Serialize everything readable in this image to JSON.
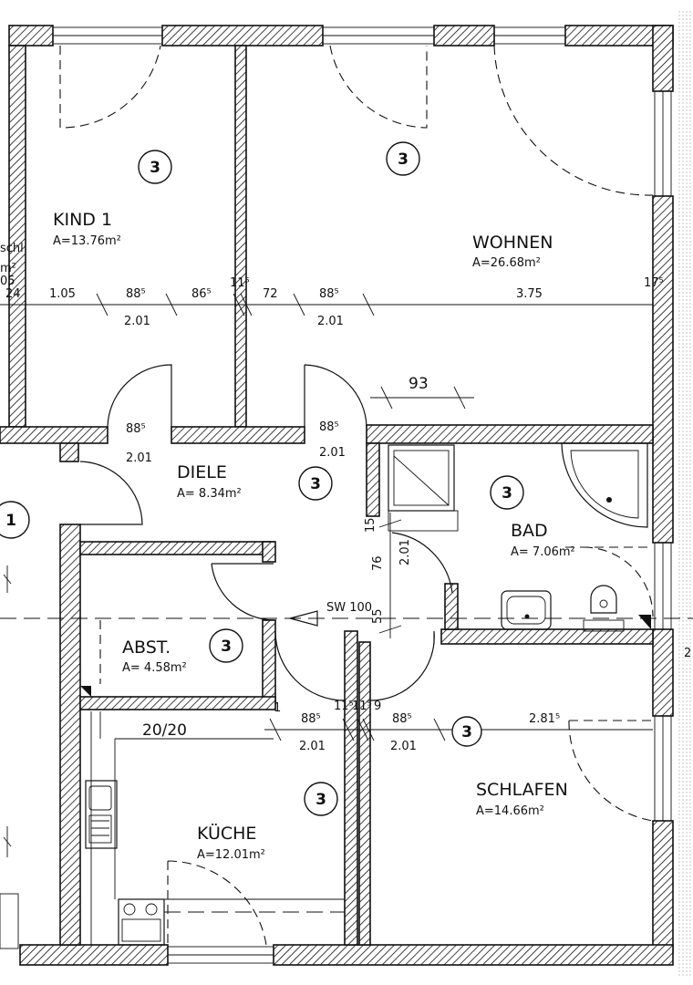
{
  "rooms": {
    "kind1": {
      "name": "KIND 1",
      "area": "A=13.76m²"
    },
    "wohnen": {
      "name": "WOHNEN",
      "area": "A=26.68m²"
    },
    "diele": {
      "name": "DIELE",
      "area": "A=  8.34m²"
    },
    "bad": {
      "name": "BAD",
      "area": "A=  7.06m²"
    },
    "abst": {
      "name": "ABST.",
      "area": "A=  4.58m²"
    },
    "kueche": {
      "name": "KÜCHE",
      "area": "A=12.01m²"
    },
    "schlafen": {
      "name": "SCHLAFEN",
      "area": "A=14.66m²"
    }
  },
  "left_partial": {
    "name": "schl",
    "area": "m²",
    "extra": "05"
  },
  "floor_marker": "3",
  "axis_marker": "1",
  "edge_marker": "2",
  "kitchen_label": "20/20",
  "sw_label": "SW 100",
  "dimensions": {
    "top_row": [
      "24",
      "1.05",
      "88⁵",
      "86⁵",
      "11⁵",
      "72",
      "88⁵",
      "3.75",
      "17⁵"
    ],
    "top_sub": [
      "2.01",
      "2.01"
    ],
    "door_93": "93",
    "diele_doors": [
      "88⁵",
      "2.01",
      "88⁵",
      "2.01"
    ],
    "bad_vertical": [
      "15",
      "2.01",
      "76",
      "55"
    ],
    "bottom_row": [
      "1",
      "88⁵",
      "11⁵",
      "11⁵",
      "9",
      "88⁵",
      "2.81⁵"
    ],
    "bottom_sub": [
      "2.01",
      "2.01"
    ]
  }
}
